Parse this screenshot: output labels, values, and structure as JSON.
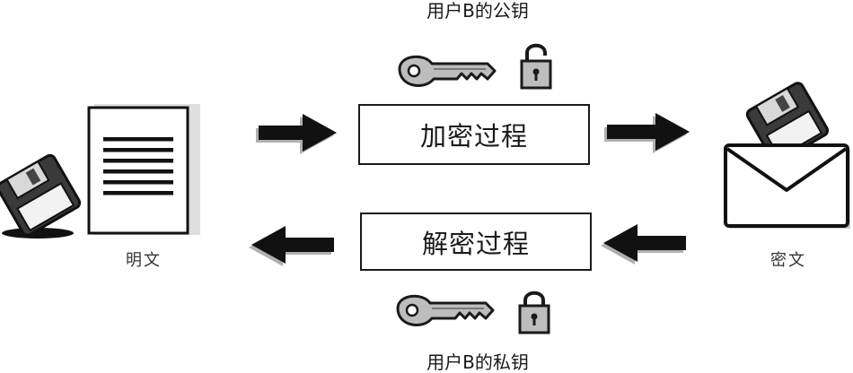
{
  "diagram": {
    "public_key_label": "用户B的公钥",
    "private_key_label": "用户B的私钥",
    "encrypt_process": "加密过程",
    "decrypt_process": "解密过程",
    "plaintext_label": "明文",
    "ciphertext_label": "密文"
  },
  "icons": {
    "public_key": "key-icon",
    "open_lock": "unlocked-padlock-icon",
    "private_key": "key-icon",
    "closed_lock": "locked-padlock-icon",
    "plaintext_doc": "document-icon",
    "plaintext_disk": "floppy-disk-icon",
    "ciphertext_envelope": "envelope-icon",
    "ciphertext_disk": "floppy-disk-icon"
  }
}
